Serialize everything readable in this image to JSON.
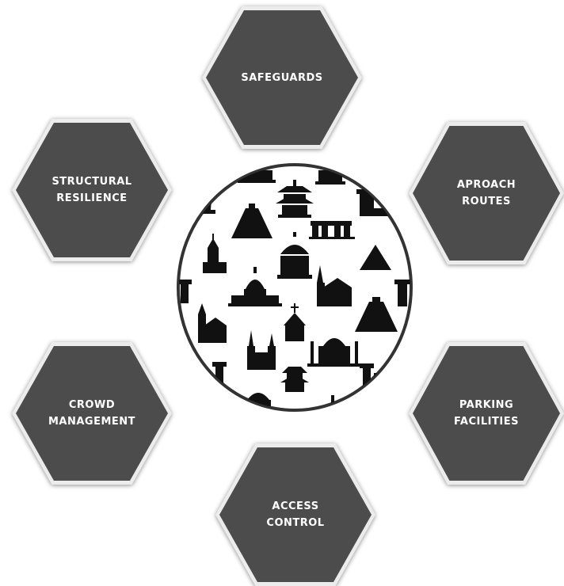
{
  "diagram": {
    "hexagons": {
      "top": {
        "line1": "SAFEGUARDS",
        "line2": ""
      },
      "upper_left": {
        "line1": "STRUCTURAL",
        "line2": "RESILIENCE"
      },
      "upper_right": {
        "line1": "APROACH",
        "line2": "ROUTES"
      },
      "lower_left": {
        "line1": "CROWD",
        "line2": "MANAGEMENT"
      },
      "lower_right": {
        "line1": "PARKING",
        "line2": "FACILITIES"
      },
      "bottom": {
        "line1": "ACCESS",
        "line2": "CONTROL"
      }
    },
    "center": {
      "icons": [
        "pagoda-icon",
        "pyramid-icon",
        "church-icon",
        "domed-capitol-icon",
        "taj-mahal-icon",
        "stonehenge-icon",
        "lighthouse-icon",
        "temple-icon"
      ]
    },
    "colors": {
      "hexagon_fill": "#4d4c4c",
      "hexagon_border": "#ececec",
      "circle_border": "#333333",
      "icon_fill": "#111111",
      "text": "#ffffff"
    }
  }
}
